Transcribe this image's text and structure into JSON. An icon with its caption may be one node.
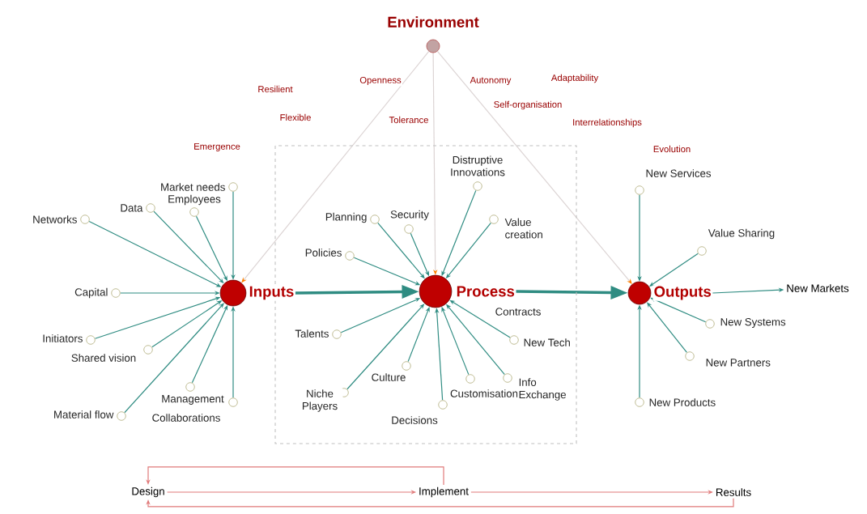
{
  "diagram": {
    "nodes": [
      {
        "text": [
          "Environment"
        ]
      },
      {
        "text": [
          "Inputs"
        ]
      },
      {
        "text": [
          "Process"
        ]
      },
      {
        "text": [
          "Outputs"
        ]
      },
      {
        "text": [
          "Market needs"
        ]
      },
      {
        "text": [
          "Data"
        ]
      },
      {
        "text": [
          "Employees"
        ]
      },
      {
        "text": [
          "Networks"
        ]
      },
      {
        "text": [
          "Capital"
        ]
      },
      {
        "text": [
          "Initiators"
        ]
      },
      {
        "text": [
          "Shared vision"
        ]
      },
      {
        "text": [
          "Management"
        ]
      },
      {
        "text": [
          "Material flow"
        ]
      },
      {
        "text": [
          "Collaborations"
        ]
      },
      {
        "text": [
          "Distruptive Innovations"
        ]
      },
      {
        "text": [
          "Planning"
        ]
      },
      {
        "text": [
          "Security"
        ]
      },
      {
        "text": [
          "Value creation"
        ]
      },
      {
        "text": [
          "Policies"
        ]
      },
      {
        "text": [
          "Talents"
        ]
      },
      {
        "text": [
          "Niche Players"
        ]
      },
      {
        "text": [
          "Culture"
        ]
      },
      {
        "text": [
          "Decisions"
        ]
      },
      {
        "text": [
          "Customisation"
        ]
      },
      {
        "text": [
          "Info Exchange"
        ]
      },
      {
        "text": [
          "New Tech"
        ]
      },
      {
        "text": [
          "New Services"
        ]
      },
      {
        "text": [
          "Value Sharing"
        ]
      },
      {
        "text": [
          "New Systems"
        ]
      },
      {
        "text": [
          "New Partners"
        ]
      },
      {
        "text": [
          "New Products"
        ]
      },
      {
        "text": [
          "New Markets"
        ]
      },
      {
        "text": [
          "Design"
        ]
      },
      {
        "text": [
          "Implement"
        ]
      },
      {
        "text": [
          "Results"
        ]
      }
    ],
    "edges": [
      {
        "from": 4,
        "to": 1,
        "arrow": "to"
      },
      {
        "from": 5,
        "to": 1,
        "arrow": "to"
      },
      {
        "from": 6,
        "to": 1,
        "arrow": "to"
      },
      {
        "from": 7,
        "to": 1,
        "arrow": "to"
      },
      {
        "from": 8,
        "to": 1,
        "arrow": "to"
      },
      {
        "from": 9,
        "to": 1,
        "arrow": "to"
      },
      {
        "from": 10,
        "to": 1,
        "arrow": "to"
      },
      {
        "from": 11,
        "to": 1,
        "arrow": "to"
      },
      {
        "from": 12,
        "to": 1,
        "arrow": "to"
      },
      {
        "from": 13,
        "to": 1,
        "arrow": "to"
      },
      {
        "from": 14,
        "to": 2,
        "arrow": "to"
      },
      {
        "from": 15,
        "to": 2,
        "arrow": "to"
      },
      {
        "from": 16,
        "to": 2,
        "arrow": "to"
      },
      {
        "from": 17,
        "to": 2,
        "arrow": "to"
      },
      {
        "from": 18,
        "to": 2,
        "arrow": "to"
      },
      {
        "from": 19,
        "to": 2,
        "arrow": "to"
      },
      {
        "from": 20,
        "to": 2,
        "arrow": "to"
      },
      {
        "from": 21,
        "to": 2,
        "arrow": "to"
      },
      {
        "from": 22,
        "to": 2,
        "arrow": "to"
      },
      {
        "from": 23,
        "to": 2,
        "arrow": "to"
      },
      {
        "from": 24,
        "to": 2,
        "arrow": "to"
      },
      {
        "from": 25,
        "to": 2,
        "arrow": "to"
      },
      {
        "from": 26,
        "to": 3,
        "arrow": "to"
      },
      {
        "from": 27,
        "to": 3,
        "arrow": "to"
      },
      {
        "from": 28,
        "to": 3,
        "arrow": "to"
      },
      {
        "from": 29,
        "to": 3,
        "arrow": "to"
      },
      {
        "from": 30,
        "to": 3,
        "arrow": "to"
      },
      {
        "from": 3,
        "to": 31,
        "arrow": "to"
      },
      {
        "from": 1,
        "to": 2,
        "arrow": "to",
        "style": "thick"
      },
      {
        "from": 2,
        "to": 3,
        "arrow": "to",
        "style": "thick"
      },
      {
        "from": 0,
        "to": 1,
        "arrow": "to",
        "color": "#dcd4d4"
      },
      {
        "from": 0,
        "to": 2,
        "arrow": "to",
        "color": "#dcd4d4"
      },
      {
        "from": 0,
        "to": 3,
        "arrow": "to",
        "color": "#dcd4d4"
      },
      {
        "from": 32,
        "to": 33,
        "arrow": "to",
        "color": "#e07a7a"
      },
      {
        "from": 33,
        "to": 34,
        "arrow": "to",
        "color": "#e07a7a"
      },
      {
        "from": 33,
        "to": 32,
        "arrow": "to",
        "color": "#e07a7a"
      },
      {
        "from": 34,
        "to": 32,
        "arrow": "to",
        "color": "#e07a7a"
      }
    ],
    "labels": [
      "Openness",
      "Autonomy",
      "Adaptability",
      "Resilient",
      "Self-organisation",
      "Flexible",
      "Tolerance",
      "Interrelationships",
      "Emergence",
      "Evolution",
      "Contracts"
    ]
  }
}
